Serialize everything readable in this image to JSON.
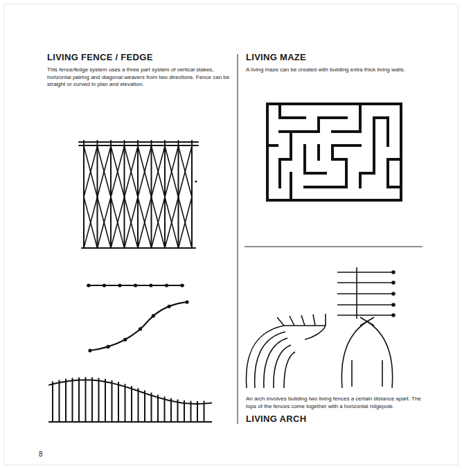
{
  "diagram": {
    "labels": [
      "LIVING FENCE / FEDGE",
      "This fence/fedge system uses a three part system of vertical stakes, horizontal pairing and diagonal weavers from two directions. Fence can be straight or curved in plan and elevation.",
      "LIVING MAZE",
      "A living maze can be created with building extra thick living walls.",
      "An arch involves building two living fences a certain distance apart. The tops of the fences come together with a horizontal ridgepole.",
      "LIVING ARCH",
      "8"
    ]
  }
}
